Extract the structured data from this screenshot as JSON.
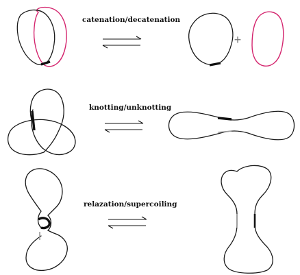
{
  "labels": {
    "catenation": "catenation/decatenation",
    "knotting": "knotting/unknotting",
    "relaxation": "relazation/supercoiling",
    "plus": "+"
  },
  "colors": {
    "loop": "#1a1a1a",
    "pink_loop": "#d4256e",
    "enzyme_segment": "#111111"
  }
}
